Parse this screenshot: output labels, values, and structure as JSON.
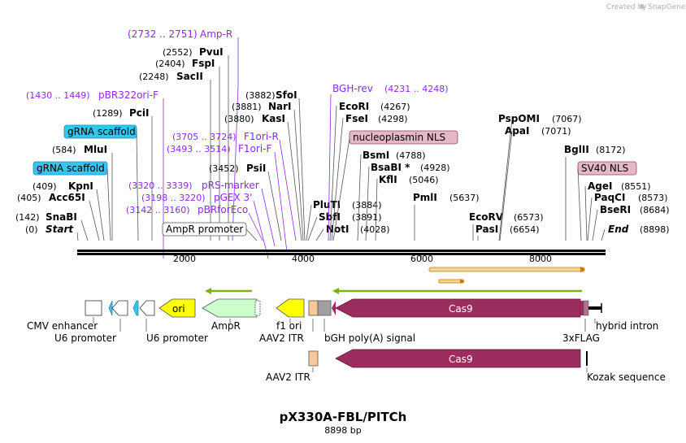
{
  "credit": {
    "text": "Created by",
    "brand": "SnapGene"
  },
  "map": {
    "name": "pX330A-FBL/PITCh",
    "length_label": "8898 bp",
    "scale": [
      "2000",
      "4000",
      "6000",
      "8000"
    ]
  },
  "sites_left": [
    {
      "pos": "(2732 .. 2751)",
      "name": "Amp-R",
      "kind": "primer"
    },
    {
      "pos": "(2552)",
      "name": "PvuI",
      "kind": "enzyme"
    },
    {
      "pos": "(2404)",
      "name": "FspI",
      "kind": "enzyme"
    },
    {
      "pos": "(2248)",
      "name": "SacII",
      "kind": "enzyme"
    },
    {
      "pos": "(1430 .. 1449)",
      "name": "pBR322ori-F",
      "kind": "primer"
    },
    {
      "pos": "(1289)",
      "name": "PciI",
      "kind": "enzyme"
    },
    {
      "pos": "",
      "name": "gRNA scaffold",
      "kind": "feature"
    },
    {
      "pos": "(584)",
      "name": "MluI",
      "kind": "enzyme"
    },
    {
      "pos": "",
      "name": "gRNA scaffold",
      "kind": "feature"
    },
    {
      "pos": "(409)",
      "name": "KpnI",
      "kind": "enzyme"
    },
    {
      "pos": "(405)",
      "name": "Acc65I",
      "kind": "enzyme"
    },
    {
      "pos": "(142)",
      "name": "SnaBI",
      "kind": "enzyme"
    },
    {
      "pos": "(0)",
      "name": "Start",
      "kind": "marker"
    }
  ],
  "sites_mid": [
    {
      "pos": "(3882)",
      "name": "SfoI",
      "kind": "enzyme"
    },
    {
      "pos": "(3881)",
      "name": "NarI",
      "kind": "enzyme"
    },
    {
      "pos": "(3880)",
      "name": "KasI",
      "kind": "enzyme"
    },
    {
      "pos": "(3705 .. 3724)",
      "name": "F1ori-R",
      "kind": "primer"
    },
    {
      "pos": "(3493 .. 3514)",
      "name": "F1ori-F",
      "kind": "primer"
    },
    {
      "pos": "(3452)",
      "name": "PsiI",
      "kind": "enzyme"
    },
    {
      "pos": "(3320 .. 3339)",
      "name": "pRS-marker",
      "kind": "primer"
    },
    {
      "pos": "(3198 .. 3220)",
      "name": "pGEX 3'",
      "kind": "primer"
    },
    {
      "pos": "(3142 .. 3160)",
      "name": "pBRforEco",
      "kind": "primer"
    },
    {
      "pos": "",
      "name": "AmpR promoter",
      "kind": "feature"
    }
  ],
  "sites_right": [
    {
      "pos": "(4231 .. 4248)",
      "name": "BGH-rev",
      "kind": "primer"
    },
    {
      "pos": "(4267)",
      "name": "EcoRI",
      "kind": "enzyme"
    },
    {
      "pos": "(4298)",
      "name": "FseI",
      "kind": "enzyme"
    },
    {
      "pos": "",
      "name": "nucleoplasmin NLS",
      "kind": "feature"
    },
    {
      "pos": "(4788)",
      "name": "BsmI",
      "kind": "enzyme"
    },
    {
      "pos": "(4928)",
      "name": "BsaBI *",
      "kind": "enzyme"
    },
    {
      "pos": "(5046)",
      "name": "KflI",
      "kind": "enzyme"
    },
    {
      "pos": "(3884)",
      "name": "PluTI",
      "kind": "enzyme"
    },
    {
      "pos": "(3891)",
      "name": "SbfI",
      "kind": "enzyme"
    },
    {
      "pos": "(4028)",
      "name": "NotI",
      "kind": "enzyme"
    },
    {
      "pos": "(5637)",
      "name": "PmlI",
      "kind": "enzyme"
    },
    {
      "pos": "(7067)",
      "name": "PspOMI",
      "kind": "enzyme"
    },
    {
      "pos": "(7071)",
      "name": "ApaI",
      "kind": "enzyme"
    },
    {
      "pos": "(8172)",
      "name": "BglII",
      "kind": "enzyme"
    },
    {
      "pos": "",
      "name": "SV40 NLS",
      "kind": "feature"
    },
    {
      "pos": "(8551)",
      "name": "AgeI",
      "kind": "enzyme"
    },
    {
      "pos": "(8573)",
      "name": "PaqCI",
      "kind": "enzyme"
    },
    {
      "pos": "(8684)",
      "name": "BseRI",
      "kind": "enzyme"
    },
    {
      "pos": "(6573)",
      "name": "EcoRV",
      "kind": "enzyme"
    },
    {
      "pos": "(6654)",
      "name": "PasI",
      "kind": "enzyme"
    },
    {
      "pos": "(8898)",
      "name": "End",
      "kind": "marker"
    }
  ],
  "features": {
    "ori": "ori",
    "cas9_a": "Cas9",
    "cas9_b": "Cas9",
    "bottom_labels": [
      "CMV enhancer",
      "U6 promoter",
      "U6 promoter",
      "AmpR",
      "f1 ori",
      "AAV2 ITR",
      "bGH poly(A) signal",
      "3xFLAG",
      "hybrid intron",
      "AAV2 ITR",
      "Kozak sequence"
    ]
  },
  "colors": {
    "purple": "#8a2be2",
    "cyan_feature": "#33c6f0",
    "pink_feature": "#e6b7c7",
    "ori_yellow": "#ffff00",
    "ampr_green": "#ccffcc",
    "cas9": "#9b2d5f",
    "itr": "#fbc899",
    "orf_arrow": "#7ab317",
    "orf_arrow_orange": "#f0a020"
  }
}
